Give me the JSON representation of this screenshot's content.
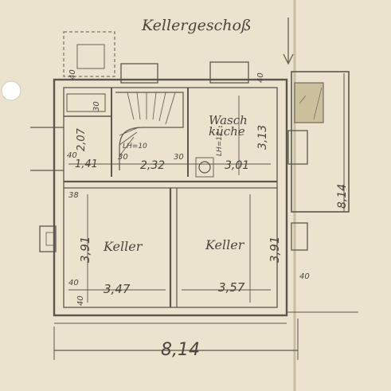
{
  "title": "Kellergeschoß",
  "rooms": {
    "wash_line1": "Wasch",
    "wash_line2": "küche",
    "cellar_left": "Keller",
    "cellar_right": "Keller"
  },
  "dimensions": {
    "overall_width": "8,14",
    "stair_width": "2,32",
    "wash_width": "3,01",
    "wash_height": "3,13",
    "left_small_width": "1,41",
    "left_small_height": "2,07",
    "cellar_left_width": "3,47",
    "cellar_left_height": "3,91",
    "cellar_right_width": "3,57",
    "cellar_right_height": "3,91",
    "right_annex_height": "8,14",
    "wall_30a": "30",
    "wall_30b": "30",
    "wall_30c": "30",
    "wall_38": "38",
    "wall_40a": "40",
    "wall_40b": "40",
    "wall_40c": "40",
    "wall_40d": "40",
    "wall_40e": "40",
    "wall_40f": "40",
    "ceiling_stair": "LH=10",
    "ceiling_wash": "LH=12"
  },
  "colors": {
    "paper": "#ece3cf",
    "ink": "#5b574e",
    "pencil": "#7a766c",
    "annex_fill": "#cbbf9c"
  }
}
